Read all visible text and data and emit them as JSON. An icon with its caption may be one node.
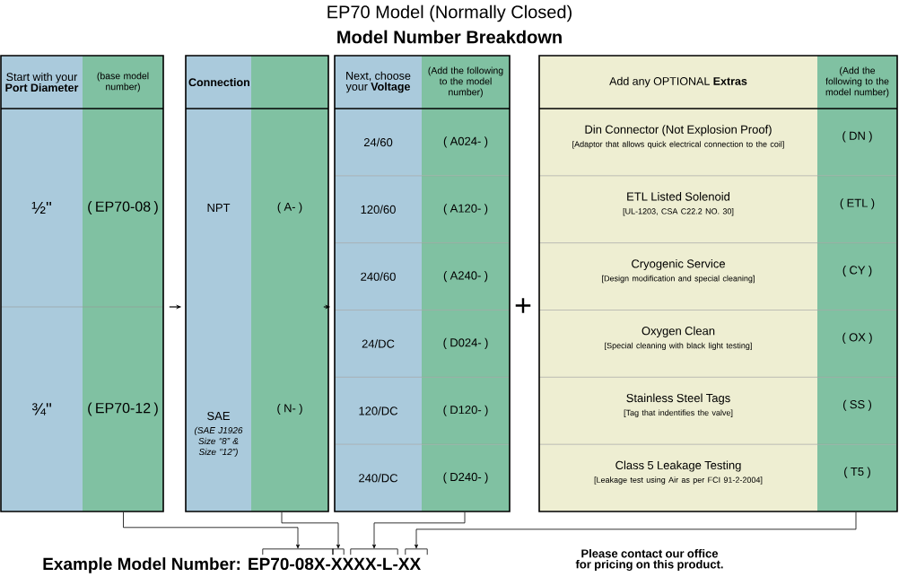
{
  "diagram": {
    "title": "EP70 Model (Normally Closed)",
    "nodes": [
      {
        "text": [],
        "shape": "box"
      },
      {
        "text": [
          "Start with your **Port Diameter**"
        ],
        "in": 0
      },
      {
        "text": [
          "(base model number)"
        ],
        "in": 0
      },
      {
        "text": [
          "½\""
        ],
        "in": 0
      },
      {
        "text": [
          "( EP70-08 )"
        ],
        "in": 0
      },
      {
        "text": [
          "¾\""
        ],
        "in": 0
      },
      {
        "text": [
          "( EP70-12 )"
        ],
        "in": 0
      },
      {
        "text": [],
        "shape": "box"
      },
      {
        "text": [
          "Connection"
        ],
        "in": 7
      },
      {
        "text": [],
        "shape": "box",
        "in": 7
      },
      {
        "text": [
          "NPT"
        ],
        "in": 7
      },
      {
        "text": [
          "( A- )"
        ],
        "in": 7
      },
      {
        "text": [
          "SAE",
          "(SAE J1926 Size “8” & Size “12”)"
        ],
        "in": 7
      },
      {
        "text": [
          "( N- )"
        ],
        "in": 7
      },
      {
        "text": [],
        "shape": "box"
      },
      {
        "text": [
          "Next, choose your **Voltage**"
        ],
        "in": 14
      },
      {
        "text": [
          "(Add the following to the model number)"
        ],
        "in": 14
      },
      {
        "text": [
          "24/60"
        ],
        "in": 14
      },
      {
        "text": [
          "( A024- )"
        ],
        "in": 14
      },
      {
        "text": [
          "120/60"
        ],
        "in": 14
      },
      {
        "text": [
          "( A120- )"
        ],
        "in": 14
      },
      {
        "text": [
          "240/60"
        ],
        "in": 14
      },
      {
        "text": [
          "( A240- )"
        ],
        "in": 14
      },
      {
        "text": [
          "24/DC"
        ],
        "in": 14
      },
      {
        "text": [
          "( D024- )"
        ],
        "in": 14
      },
      {
        "text": [
          "120/DC"
        ],
        "in": 14
      },
      {
        "text": [
          "( D120- )"
        ],
        "in": 14
      },
      {
        "text": [
          "240/DC"
        ],
        "in": 14
      },
      {
        "text": [
          "( D240- )"
        ],
        "in": 14
      },
      {
        "text": [],
        "shape": "box"
      },
      {
        "text": [
          "Add any OPTIONAL **Extras**"
        ],
        "in": 29
      },
      {
        "text": [
          "(Add the following to the model number)"
        ],
        "in": 29
      },
      {
        "text": [
          "Din Connector (Not Explosion Proof)",
          "[Adaptor that allows quick electrical connection to the coil]"
        ],
        "in": 29
      },
      {
        "text": [
          "( DN )"
        ],
        "in": 29
      },
      {
        "text": [
          "ETL Listed Solenoid",
          "[UL-1203, CSA C22.2 NO. 30]"
        ],
        "in": 29
      },
      {
        "text": [
          "( ETL )"
        ],
        "in": 29
      },
      {
        "text": [
          "Cryogenic Service",
          "[Design modification and special cleaning]"
        ],
        "in": 29
      },
      {
        "text": [
          "( CY )"
        ],
        "in": 29
      },
      {
        "text": [
          "Oxygen Clean",
          "[Special cleaning with black light testing]"
        ],
        "in": 29
      },
      {
        "text": [
          "( OX )"
        ],
        "in": 29
      },
      {
        "text": [
          "Stainless Steel Tags",
          "[Tag that indentifies the valve]"
        ],
        "in": 29
      },
      {
        "text": [
          "( SS )"
        ],
        "in": 29
      },
      {
        "text": [
          "Class 5 Leakage Testing",
          "[Leakage test using Air as per FCI 91-2-2004]"
        ],
        "in": 29
      },
      {
        "text": [
          "( T5 )"
        ],
        "in": 29
      },
      {
        "text": [],
        "shape": "bracket"
      },
      {
        "text": [],
        "shape": "bracket"
      },
      {
        "text": [],
        "shape": "bracket"
      },
      {
        "text": [],
        "shape": "bracket"
      }
    ],
    "edges": [
      {
        "from": 0,
        "to": 7,
        "arrow": "to"
      },
      {
        "from": 7,
        "to": 14,
        "arrow": "to"
      },
      {
        "from": 0,
        "to": 44,
        "arrow": "to"
      },
      {
        "from": 7,
        "to": 45,
        "arrow": "to"
      },
      {
        "from": 14,
        "to": 46,
        "arrow": "to"
      },
      {
        "from": 29,
        "to": 47,
        "arrow": "to"
      }
    ],
    "labels": [
      "Model Number Breakdown",
      "+",
      "Example Model Number: EP70-08X-XXXX-L-XX",
      "Please contact our office for pricing on this product."
    ]
  }
}
